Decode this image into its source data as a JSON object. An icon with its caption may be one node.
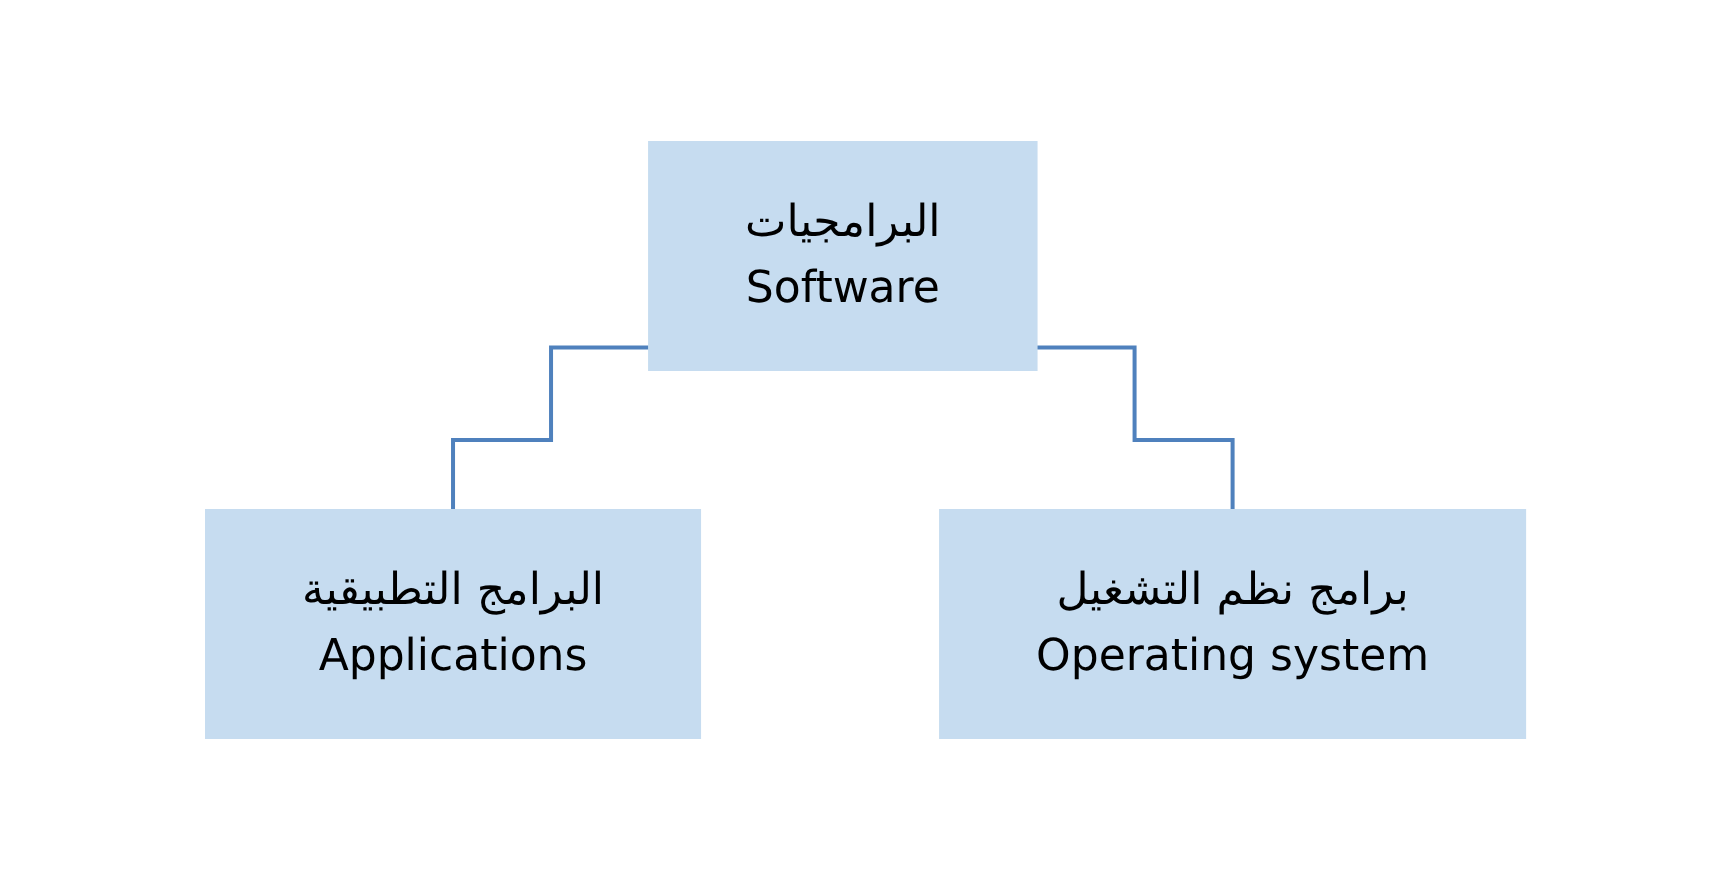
{
  "diagram": {
    "nodes": [
      {
        "text": [
          "البرامجيات",
          "Software"
        ]
      },
      {
        "text": [
          "البرامج التطبيقية",
          "Applications"
        ]
      },
      {
        "text": [
          "برامج نظم التشغيل",
          "Operating system"
        ]
      }
    ],
    "edges": [
      {
        "from": 0,
        "to": 1,
        "arrow": "none"
      },
      {
        "from": 0,
        "to": 2,
        "arrow": "none"
      }
    ]
  }
}
